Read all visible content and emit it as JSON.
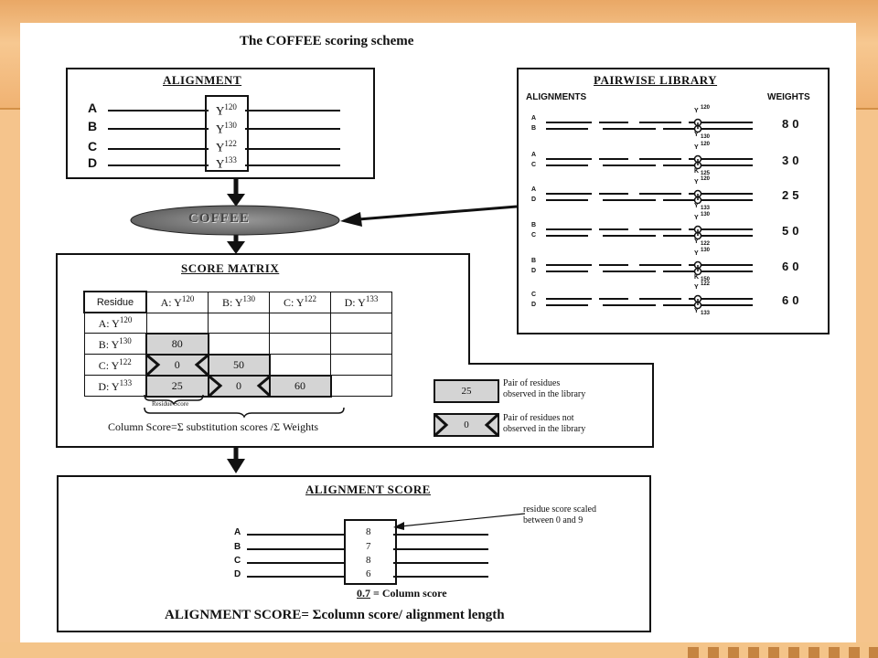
{
  "title": "The COFFEE scoring scheme",
  "alignment": {
    "header": "ALIGNMENT",
    "rows": [
      {
        "seq": "A",
        "res": "Y",
        "num": "120"
      },
      {
        "seq": "B",
        "res": "Y",
        "num": "130"
      },
      {
        "seq": "C",
        "res": "Y",
        "num": "122"
      },
      {
        "seq": "D",
        "res": "Y",
        "num": "133"
      }
    ]
  },
  "coffee_label": "COFFEE",
  "pairwise_library": {
    "header": "PAIRWISE LIBRARY",
    "col_alignments": "ALIGNMENTS",
    "col_weights": "WEIGHTS",
    "pairs": [
      {
        "s1": "A",
        "s2": "B",
        "top": "Y",
        "top_num": "120",
        "bottom": "Y",
        "bottom_num": "130",
        "weight": "80"
      },
      {
        "s1": "A",
        "s2": "C",
        "top": "Y",
        "top_num": "120",
        "bottom": "K",
        "bottom_num": "125",
        "weight": "30"
      },
      {
        "s1": "A",
        "s2": "D",
        "top": "Y",
        "top_num": "120",
        "bottom": "Y",
        "bottom_num": "133",
        "weight": "25"
      },
      {
        "s1": "B",
        "s2": "C",
        "top": "Y",
        "top_num": "130",
        "bottom": "Y",
        "bottom_num": "122",
        "weight": "50"
      },
      {
        "s1": "B",
        "s2": "D",
        "top": "Y",
        "top_num": "130",
        "bottom": "K",
        "bottom_num": "150",
        "weight": "60"
      },
      {
        "s1": "C",
        "s2": "D",
        "top": "Y",
        "top_num": "122",
        "bottom": "Y",
        "bottom_num": "133",
        "weight": "60"
      }
    ]
  },
  "score_matrix": {
    "header": "SCORE MATRIX",
    "corner": "Residue",
    "col_headers": [
      "A: Y",
      "B: Y",
      "C: Y",
      "D: Y"
    ],
    "col_nums": [
      "120",
      "130",
      "122",
      "133"
    ],
    "row_headers": [
      "A: Y",
      "B: Y",
      "C: Y",
      "D: Y"
    ],
    "row_nums": [
      "120",
      "130",
      "122",
      "133"
    ],
    "values": {
      "b_a": "80",
      "c_a": "0",
      "c_b": "50",
      "d_a": "25",
      "d_b": "0",
      "d_c": "60"
    },
    "residue_score_label": "Residue Score",
    "column_score_formula": "Column Score=Σ substitution scores /Σ Weights",
    "legend": [
      {
        "value": "25",
        "text1": "Pair of residues",
        "text2": "observed in the library"
      },
      {
        "value": "0",
        "text1": "Pair of residues not",
        "text2": "observed in the library"
      }
    ]
  },
  "alignment_score": {
    "header": "ALIGNMENT SCORE",
    "rows": [
      {
        "seq": "A",
        "score": "8"
      },
      {
        "seq": "B",
        "score": "7"
      },
      {
        "seq": "C",
        "score": "8"
      },
      {
        "seq": "D",
        "score": "6"
      }
    ],
    "annotation1": "residue score scaled",
    "annotation2": "between 0 and 9",
    "column_score_value": "0.7",
    "column_score_text": "= Column score",
    "formula": "ALIGNMENT SCORE= Σcolumn score/ alignment length"
  },
  "colors": {
    "slide_background": "#f5c48c",
    "ellipse_fill": "#8a8a8a",
    "observed_fill": "#d4d4d4"
  }
}
